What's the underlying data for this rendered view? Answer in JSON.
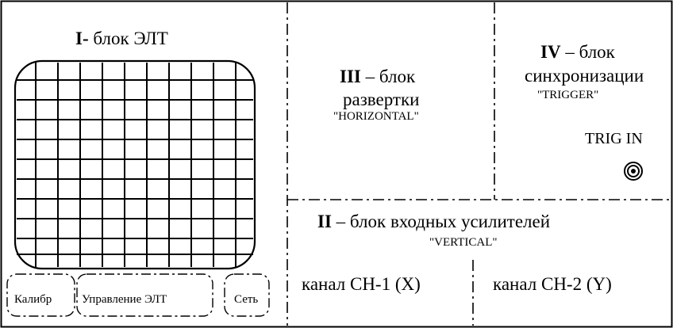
{
  "block_crt": {
    "numeral": "I-",
    "title": " блок ЭЛТ"
  },
  "block_horizontal": {
    "numeral": "III",
    "title": " – блок",
    "line2": "развертки",
    "english": "\"HORIZONTAL\""
  },
  "block_trigger": {
    "numeral": "IV",
    "title": " – блок",
    "line2": "синхронизации",
    "english": "\"TRIGGER\"",
    "trig_in_label": "TRIG IN"
  },
  "block_vertical": {
    "numeral": "II",
    "title": " – блок входных усилителей",
    "english": "\"VERTICAL\"",
    "channel1": "канал СН-1 (X)",
    "channel2": "канал СН-2 (Y)"
  },
  "controls": {
    "calibrate": "Калибр",
    "crt_control": "Управление ЭЛТ",
    "power": "Сеть"
  },
  "colors": {
    "line": "#000000",
    "background": "#ffffff"
  }
}
